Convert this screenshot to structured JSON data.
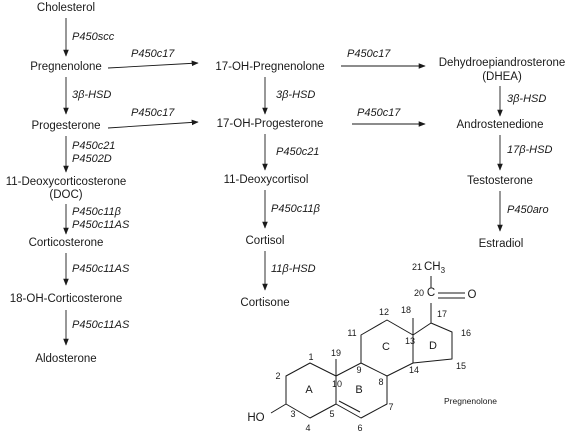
{
  "compounds": {
    "cholesterol": "Cholesterol",
    "pregnenolone": "Pregnenolone",
    "progesterone": "Progesterone",
    "deoxycorticosterone": "11-Deoxycorticosterone",
    "doc": "(DOC)",
    "corticosterone": "Corticosterone",
    "oh_corticosterone": "18-OH-Corticosterone",
    "aldosterone": "Aldosterone",
    "oh_pregnenolone": "17-OH-Pregnenolone",
    "oh_progesterone": "17-OH-Progesterone",
    "deoxycortisol": "11-Deoxycortisol",
    "cortisol": "Cortisol",
    "cortisone": "Cortisone",
    "dhea_name": "Dehydroepiandrosterone",
    "dhea_abbr": "(DHEA)",
    "androstenedione": "Androstenedione",
    "testosterone": "Testosterone",
    "estradiol": "Estradiol"
  },
  "enzymes": {
    "scc": "P450scc",
    "hsd3_a": "3β-HSD",
    "c21_a": "P450c21",
    "c2d": "P4502D",
    "c11b_a": "P450c11β",
    "c11as_a": "P450c11AS",
    "c11as_b": "P450c11AS",
    "c11as_c": "P450c11AS",
    "c17_a": "P450c17",
    "c17_b": "P450c17",
    "c17_c": "P450c17",
    "c17_d": "P450c17",
    "hsd3_b": "3β-HSD",
    "c21_b": "P450c21",
    "c11b_b": "P450c11β",
    "hsd11": "11β-HSD",
    "hsd3_c": "3β-HSD",
    "hsd17": "17β-HSD",
    "aro": "P450aro"
  },
  "structure": {
    "caption": "Pregnenolone",
    "ring_a": "A",
    "ring_b": "B",
    "ring_c": "C",
    "ring_d": "D",
    "ho": "HO",
    "ch3": "CH",
    "ch3_sub": "3",
    "carbon": "C",
    "oxygen": "O",
    "numbers": {
      "n1": "1",
      "n2": "2",
      "n3": "3",
      "n4": "4",
      "n5": "5",
      "n6": "6",
      "n7": "7",
      "n8": "8",
      "n9": "9",
      "n10": "10",
      "n11": "11",
      "n12": "12",
      "n13": "13",
      "n14": "14",
      "n15": "15",
      "n16": "16",
      "n17": "17",
      "n18": "18",
      "n19": "19",
      "n20": "20",
      "n21": "21"
    }
  }
}
